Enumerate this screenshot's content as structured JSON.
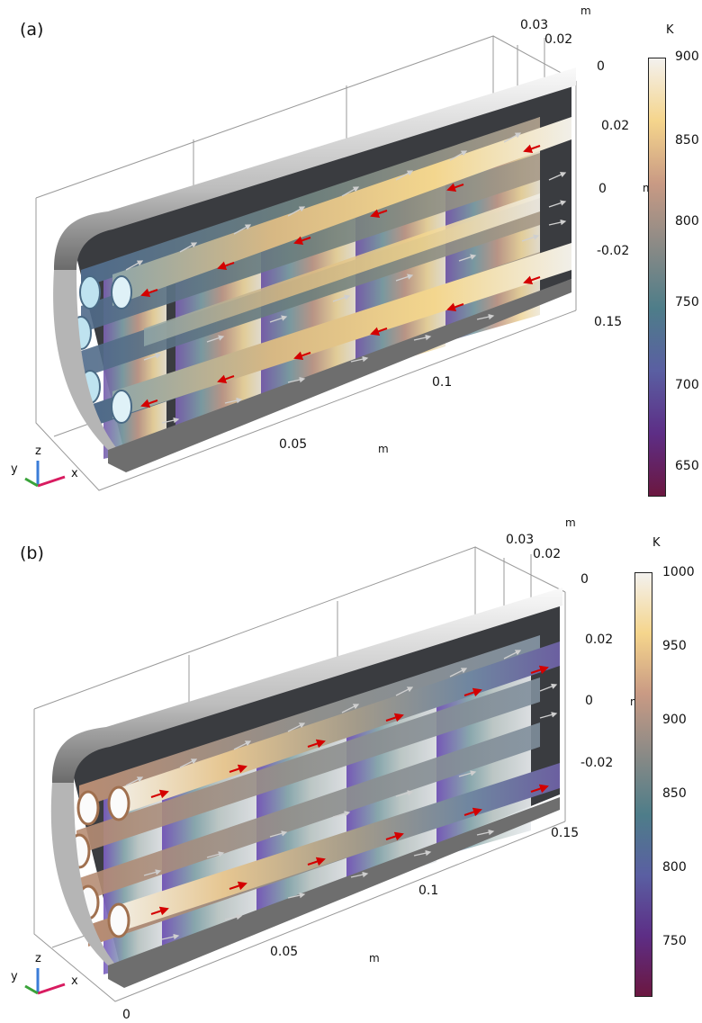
{
  "panels": [
    {
      "label": "(a)",
      "flow_direction": "-x",
      "colorbar": {
        "unit": "K",
        "ticks": [
          "900",
          "850",
          "800",
          "750",
          "700",
          "650"
        ],
        "range": [
          630,
          900
        ],
        "colormap": [
          "#f3f1ee",
          "#f5d58c",
          "#c99a84",
          "#8a8a86",
          "#4e7d89",
          "#5a5fa2",
          "#5d2e86",
          "#6b1740"
        ]
      },
      "axis_ticks": {
        "x": [
          "0.05",
          "0.1",
          "0.15"
        ],
        "y": [
          "0.03",
          "0.02"
        ],
        "z": [
          "0",
          "0.02",
          "0",
          "-0.02"
        ]
      },
      "axis_units": {
        "x": "m",
        "y": "m",
        "z": "m"
      },
      "triad": {
        "x": "x",
        "y": "y",
        "z": "z"
      }
    },
    {
      "label": "(b)",
      "flow_direction": "+x",
      "colorbar": {
        "unit": "K",
        "ticks": [
          "1000",
          "950",
          "900",
          "850",
          "800",
          "750"
        ],
        "range": [
          705,
          1000
        ],
        "colormap": [
          "#f3f1ee",
          "#f5d58c",
          "#c99a84",
          "#8a8a86",
          "#4e7d89",
          "#5a5fa2",
          "#5d2e86",
          "#6b1740"
        ]
      },
      "axis_ticks": {
        "x": [
          "0",
          "0.05",
          "0.1",
          "0.15"
        ],
        "y": [
          "0.03",
          "0.02"
        ],
        "z": [
          "0",
          "0.02",
          "0",
          "-0.02"
        ]
      },
      "axis_units": {
        "x": "m",
        "y": "m",
        "z": "m"
      },
      "triad": {
        "x": "x",
        "y": "y",
        "z": "z"
      }
    }
  ]
}
